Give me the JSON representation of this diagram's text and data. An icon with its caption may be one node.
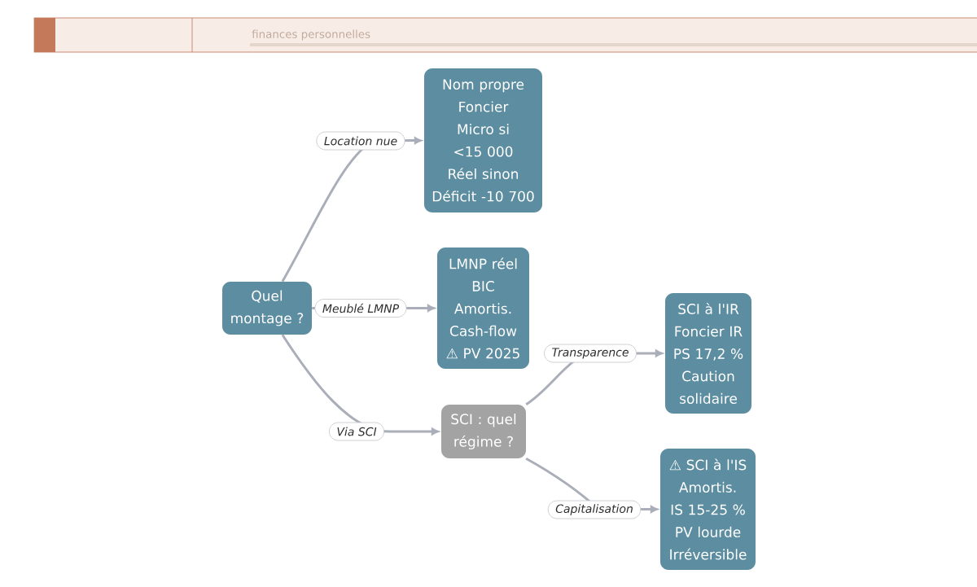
{
  "diagram": {
    "nodes": [
      {
        "text": [
          "Quel montage ?"
        ]
      },
      {
        "text": [
          "Nom propre",
          "Foncier",
          "Micro si <15 000",
          "Réel sinon",
          "Déficit -10 700"
        ]
      },
      {
        "text": [
          "LMNP réel",
          "BIC",
          "Amortis.",
          "Cash-flow",
          "⚠ PV 2025"
        ]
      },
      {
        "text": [
          "SCI : quel régime ?"
        ]
      },
      {
        "text": [
          "SCI à l'IR",
          "Foncier IR",
          "PS 17,2 %",
          "Caution solidaire"
        ]
      },
      {
        "text": [
          "⚠ SCI à l'IS",
          "Amortis.",
          "IS 15-25 %",
          "PV lourde",
          "Irréversible"
        ]
      }
    ],
    "edges": [
      {
        "from": 0,
        "to": 1,
        "arrow": "to",
        "label": "Location nue"
      },
      {
        "from": 0,
        "to": 2,
        "arrow": "to",
        "label": "Meublé LMNP"
      },
      {
        "from": 0,
        "to": 3,
        "arrow": "to",
        "label": "Via SCI"
      },
      {
        "from": 3,
        "to": 4,
        "arrow": "to",
        "label": "Transparence"
      },
      {
        "from": 3,
        "to": 5,
        "arrow": "to",
        "label": "Capitalisation"
      }
    ],
    "labels": [
      "finances personnelles"
    ]
  }
}
